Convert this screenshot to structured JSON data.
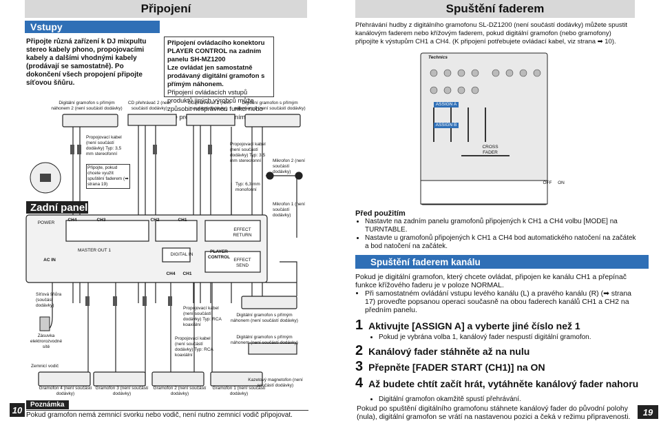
{
  "left": {
    "title": "Připojení",
    "section": "Vstupy",
    "intro": "Připojte různá zařízení k DJ mixpultu stereo kabely phono, propojovacími kabely a dalšími vhodnými kabely (prodávají se samostatně). Po dokončení všech propojení připojte síťovou šňůru.",
    "warning_title": "Připojení ovládacího konektoru PLAYER CONTROL na zadním panelu SH-MZ1200",
    "warning_line2": "Lze ovládat jen samostatně prodávaný digitální gramofon s přímým náhonem.",
    "warning_line3": "Připojení ovládacích vstupů produktů jiných výrobců může způsobit nesprávnou funkci nebo jiné problémy se zařízením.",
    "devices": [
      "Digitální gramofon s přímým náhonem 2 (není součástí dodávky)",
      "CD přehrávač 2 (není součástí dodávky)",
      "CD přehrávač 1 (není součástí dodávky)",
      "Digitální gramofon s přímým náhonem 1 (není součástí dodávky)"
    ],
    "cable_note1": "Propojovací kabel (není součástí dodávky) Typ: 3,5 mm stereofonní",
    "cable_note1b": "Připojte, pokud chcete využít spuštění faderem (➡ strana 19)",
    "cable_note2": "Propojovací kabel (není součástí dodávky) Typ: 3,5 mm stereofonní",
    "mic2": "Mikrofon 2 (není součástí dodávky)",
    "mic_type": "Typ: 6,3 mm monofonní",
    "mic1": "Mikrofon 1 (není součástí dodávky)",
    "rear_panel": "Zadní panel",
    "rear_labels": [
      "POWER",
      "CH4",
      "CH3",
      "CH2",
      "CH1",
      "MASTER OUT 1",
      "DIGITAL IN",
      "PLAYER CONTROL",
      "EFFECT RETURN",
      "EFFECT SEND",
      "AC IN",
      "CH4",
      "CH1"
    ],
    "cord": "Síťová šňůra (součást dodávky)",
    "outlet": "Zásuvka elektrorozvodné sítě",
    "ground": "Zemnicí vodič",
    "rca1": "Propojovací kabel (není součástí dodávky) Typ: RCA koaxiální",
    "rca2": "Propojovací kabel (není součástí dodávky) Typ: RCA koaxiální",
    "dd_turntable": "Digitální gramofon s přímým náhonem (není součástí dodávky)",
    "dd_turntable2": "Digitální gramofon s přímým náhonem (není součástí dodávky)",
    "cassette": "Kazetový magnetofon (není součástí dodávky)",
    "turntables": [
      "Gramofon 4 (není součástí dodávky)",
      "Gramofon 3 (není součástí dodávky)",
      "Gramofon 2 (není součástí dodávky)",
      "Gramofon 1 (není součástí dodávky)"
    ],
    "note_label": "Poznámka",
    "note_text": "Pokud gramofon nemá zemnicí svorku nebo vodič, není nutno zemnicí vodič připojovat.",
    "page": "10"
  },
  "right": {
    "title": "Spuštění faderem",
    "intro": "Přehrávání hudby z digitálního gramofonu SL-DZ1200 (není součástí dodávky) můžete spustit kanálovým faderem nebo křížovým faderem, pokud digitální gramofon (nebo gramofony) připojíte k výstupům CH1 a CH4. (K připojení potřebujete ovládací kabel, viz strana ➡ 10).",
    "mixer_labels": [
      "ASSIGN A",
      "ASSIGN B",
      "Technics",
      "CROSS FADER",
      "OFF",
      "ON"
    ],
    "before_title": "Před použitím",
    "before_items": [
      "Nastavte na zadním panelu gramofonů připojených k CH1 a CH4 volbu [MODE] na TURNTABLE.",
      "Nastavte u gramofonů připojených k CH1 a CH4 bod automatického natočení na začátek a bod natočení na začátek."
    ],
    "section": "Spuštění faderem kanálu",
    "section_intro": "Pokud je digitální gramofon, který chcete ovládat, připojen ke kanálu CH1 a přepínač funkce křížového faderu je v poloze NORMAL.",
    "section_item": "Při samostatném ovládání vstupu levého kanálu (L) a pravého kanálu (R) (➡ strana 17) proveďte popsanou operaci současně na obou faderech kanálů CH1 a CH2 na předním panelu.",
    "steps": [
      {
        "num": "1",
        "text": "Aktivujte [ASSIGN A] a vyberte jiné číslo než 1"
      },
      {
        "num": "2",
        "text": "Kanálový fader stáhněte až na nulu"
      },
      {
        "num": "3",
        "text": "Přepněte [FADER START (CH1)] na ON"
      },
      {
        "num": "4",
        "text": "Až budete chtít začít hrát, vytáhněte kanálový fader nahoru"
      }
    ],
    "step1_note": "Pokud je vybrána volba 1, kanálový fader nespustí digitální gramofon.",
    "step4_note": "Digitální gramofon okamžitě spustí přehrávání.",
    "closing": "Pokud po spuštění digitálního gramofonu stáhnete kanálový fader do původní polohy (nula), digitální gramofon se vrátí na nastavenou pozici a čeká v režimu připravenosti.",
    "page": "19"
  }
}
